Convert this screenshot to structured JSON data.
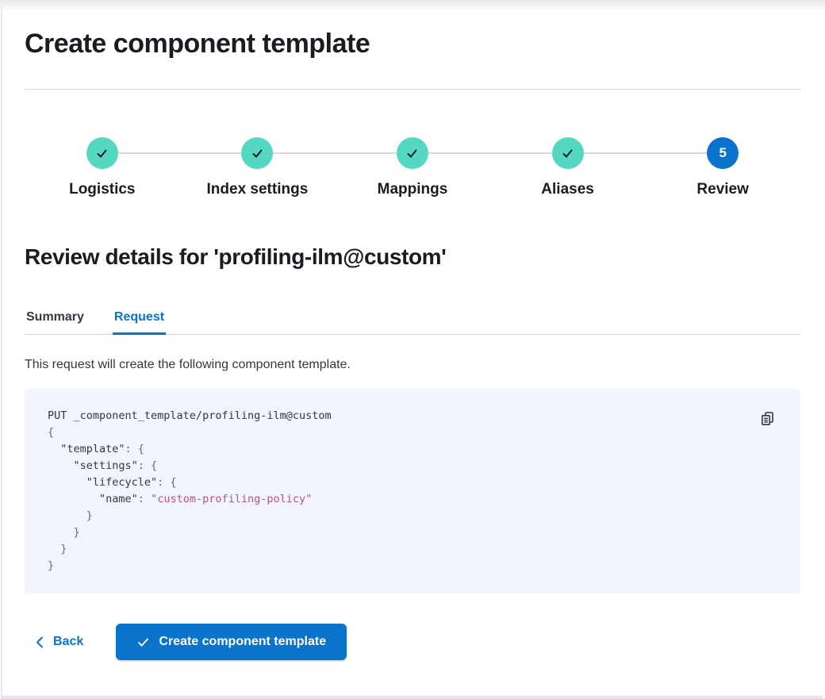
{
  "page": {
    "title": "Create component template"
  },
  "stepper": {
    "steps": [
      {
        "label": "Logistics",
        "status": "complete"
      },
      {
        "label": "Index settings",
        "status": "complete"
      },
      {
        "label": "Mappings",
        "status": "complete"
      },
      {
        "label": "Aliases",
        "status": "complete"
      },
      {
        "label": "Review",
        "status": "current",
        "number": "5"
      }
    ]
  },
  "review": {
    "heading": "Review details for 'profiling-ilm@custom'",
    "tabs": [
      {
        "label": "Summary",
        "active": false
      },
      {
        "label": "Request",
        "active": true
      }
    ],
    "description": "This request will create the following component template."
  },
  "codeblock": {
    "copy_icon": "copy-clipboard-icon",
    "lines": [
      [
        {
          "c": "k",
          "t": "PUT _component_template/profiling-ilm@custom"
        }
      ],
      [
        {
          "c": "p",
          "t": "{"
        }
      ],
      [
        {
          "c": "k",
          "t": "  \"template\""
        },
        {
          "c": "p",
          "t": ": {"
        }
      ],
      [
        {
          "c": "k",
          "t": "    \"settings\""
        },
        {
          "c": "p",
          "t": ": {"
        }
      ],
      [
        {
          "c": "k",
          "t": "      \"lifecycle\""
        },
        {
          "c": "p",
          "t": ": {"
        }
      ],
      [
        {
          "c": "k",
          "t": "        \"name\""
        },
        {
          "c": "p",
          "t": ": "
        },
        {
          "c": "s",
          "t": "\"custom-profiling-policy\""
        }
      ],
      [
        {
          "c": "p",
          "t": "      }"
        }
      ],
      [
        {
          "c": "p",
          "t": "    }"
        }
      ],
      [
        {
          "c": "p",
          "t": "  }"
        }
      ],
      [
        {
          "c": "p",
          "t": "}"
        }
      ]
    ]
  },
  "footer": {
    "back_label": "Back",
    "create_label": "Create component template"
  },
  "colors": {
    "primary_blue": "#0a73cc",
    "step_complete_teal": "#54d8c1",
    "code_background": "#f1f4fa",
    "code_string_pink": "#b9557e",
    "divider_grey": "#d3dae6",
    "heading_text": "#1a1c21",
    "body_text": "#343741"
  }
}
